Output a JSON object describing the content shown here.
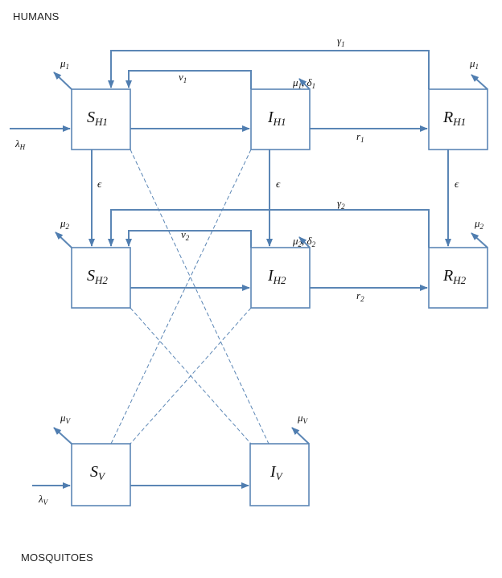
{
  "labels": {
    "humans": "HUMANS",
    "mosquitoes": "MOSQUITOES"
  },
  "nodes": {
    "SH1": {
      "main": "S",
      "sub": "H1"
    },
    "IH1": {
      "main": "I",
      "sub": "H1"
    },
    "RH1": {
      "main": "R",
      "sub": "H1"
    },
    "SH2": {
      "main": "S",
      "sub": "H2"
    },
    "IH2": {
      "main": "I",
      "sub": "H2"
    },
    "RH2": {
      "main": "R",
      "sub": "H2"
    },
    "SV": {
      "main": "S",
      "sub": "V"
    },
    "IV": {
      "main": "I",
      "sub": "V"
    }
  },
  "rates": {
    "gamma1": {
      "main": "γ",
      "sub": "1"
    },
    "gamma2": {
      "main": "γ",
      "sub": "2"
    },
    "nu1": {
      "main": "ν",
      "sub": "1"
    },
    "nu2": {
      "main": "ν",
      "sub": "2"
    },
    "r1": {
      "main": "r",
      "sub": "1"
    },
    "r2": {
      "main": "r",
      "sub": "2"
    },
    "eps": "ϵ",
    "lambdaH": {
      "main": "λ",
      "sub": "H"
    },
    "lambdaV": {
      "main": "λ",
      "sub": "V"
    },
    "mu1": {
      "main": "μ",
      "sub": "1"
    },
    "mu2": {
      "main": "μ",
      "sub": "2"
    },
    "muV": {
      "main": "μ",
      "sub": "V"
    },
    "muDelta1": {
      "mu": "μ",
      "mu_sub": "1",
      "sep": ", ",
      "delta": "δ",
      "delta_sub": "1"
    },
    "muDelta2": {
      "mu": "μ",
      "mu_sub": "2",
      "sep": ", ",
      "delta": "δ",
      "delta_sub": "2"
    }
  },
  "colors": {
    "line": "#5b86b5",
    "arrowhead": "#4f7db0",
    "text": "#111111"
  }
}
